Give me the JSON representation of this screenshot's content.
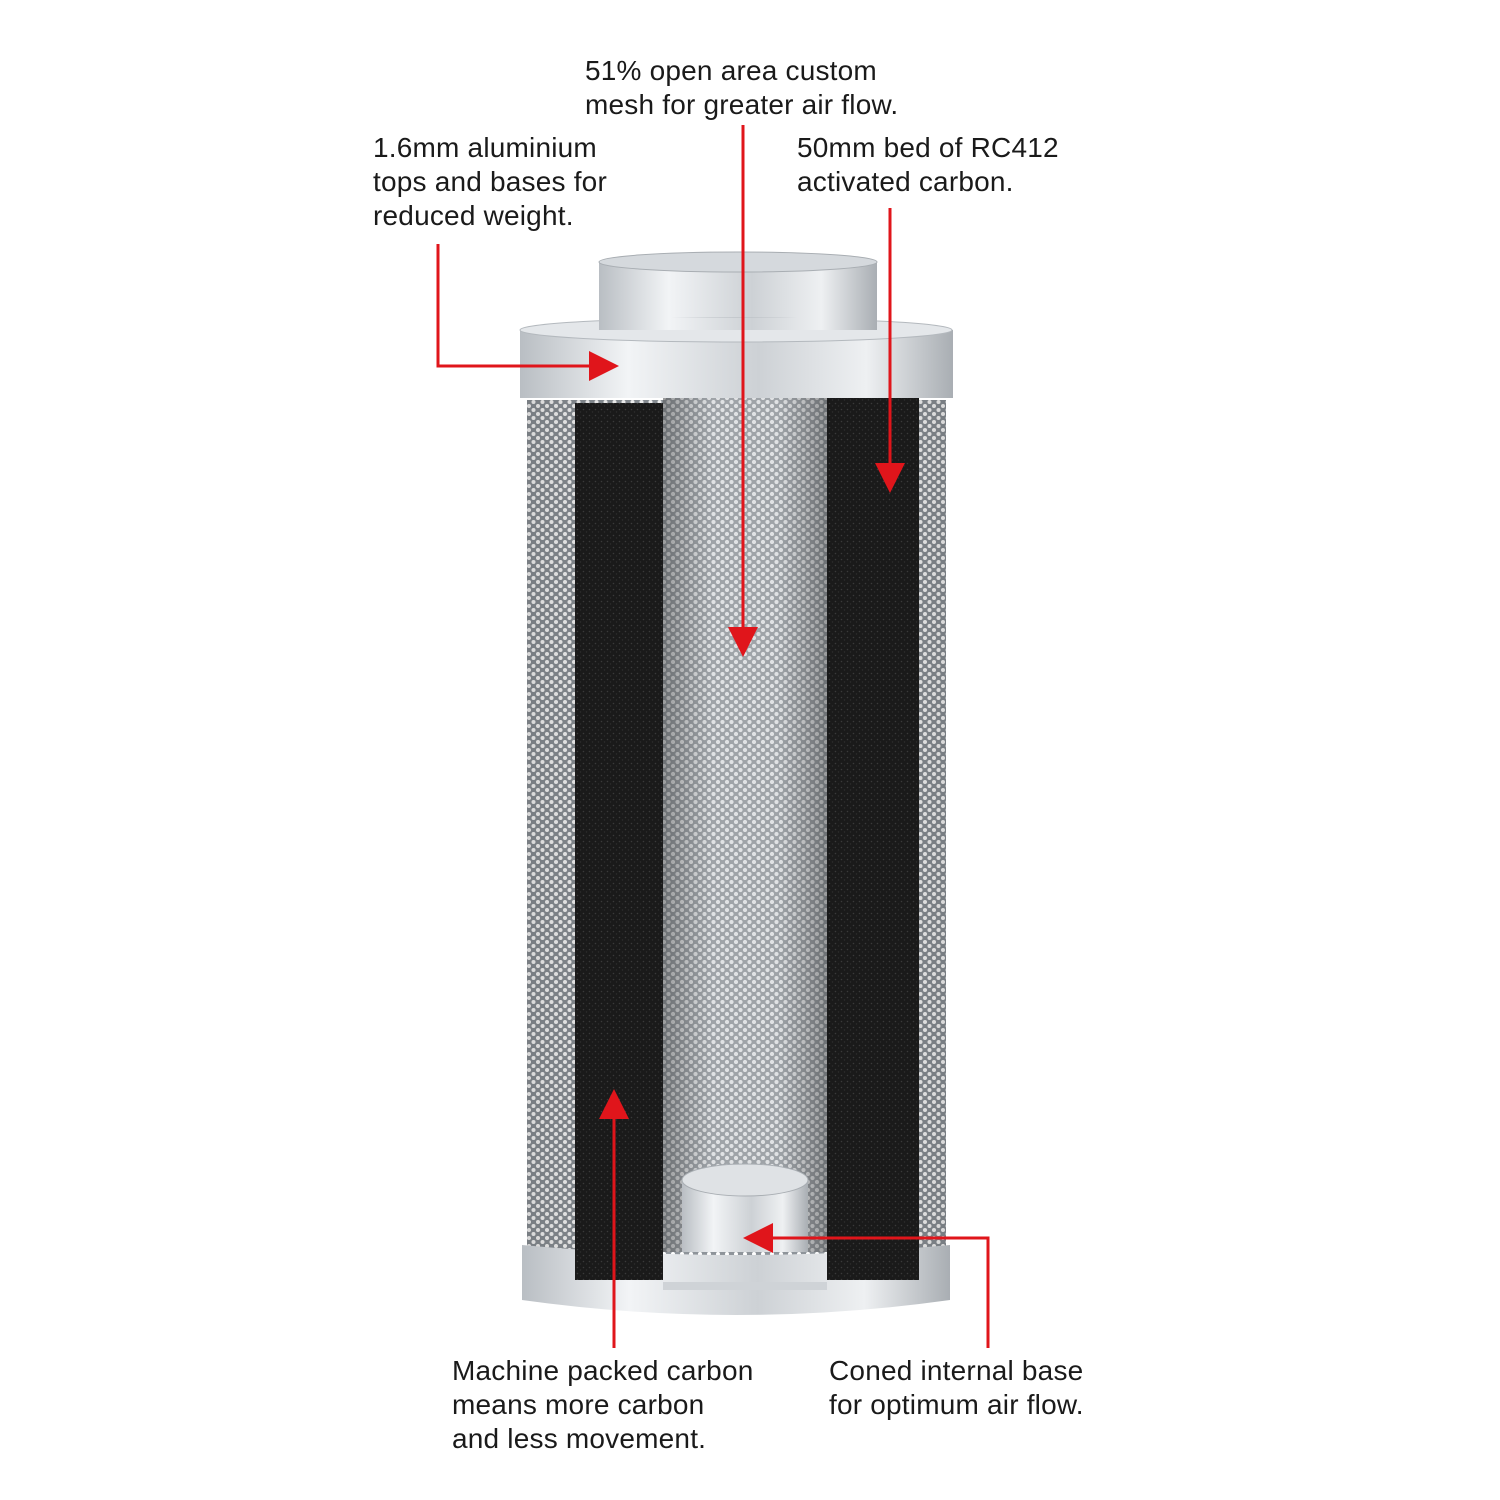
{
  "callouts": {
    "mesh": {
      "line1": "51% open area custom",
      "line2": "mesh for greater air flow."
    },
    "aluminium": {
      "line1": "1.6mm aluminium",
      "line2": "tops and bases for",
      "line3": "reduced weight."
    },
    "carbon_bed": {
      "line1": "50mm bed of RC412",
      "line2": "activated carbon."
    },
    "machine_packed": {
      "line1": "Machine packed carbon",
      "line2": "means more carbon",
      "line3": "and less movement."
    },
    "coned_base": {
      "line1": "Coned internal base",
      "line2": "for optimum air flow."
    }
  },
  "colors": {
    "arrow": "#e0151b",
    "text": "#1a1a1a",
    "carbon": "#1b1b1b",
    "metal_light": "#e8ebee",
    "metal_dark": "#9ea4aa"
  },
  "icons": [
    "carbon-filter-illustration",
    "arrow-icon"
  ]
}
